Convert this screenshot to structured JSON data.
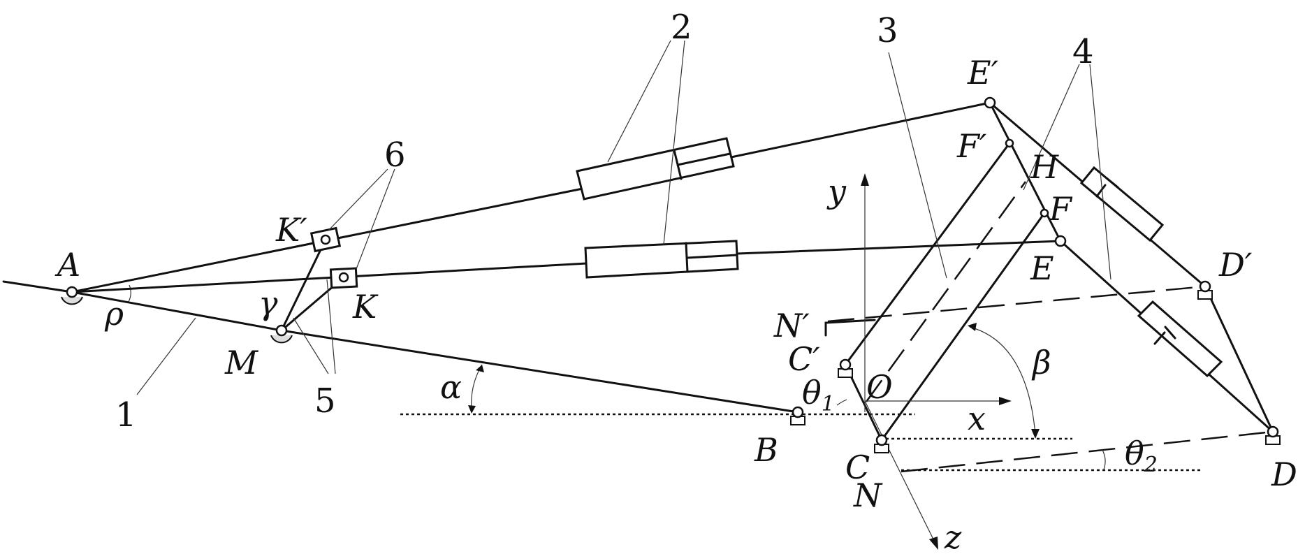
{
  "labels": {
    "A": "A",
    "B": "B",
    "C": "C",
    "C_prime": "C′",
    "D": "D",
    "D_prime": "D′",
    "E": "E",
    "E_prime": "E′",
    "F": "F",
    "F_prime": "F′",
    "H": "H",
    "K": "K",
    "K_prime": "K′",
    "M": "M",
    "N": "N",
    "N_prime": "N′",
    "O": "O",
    "x": "x",
    "y": "y",
    "z": "z",
    "alpha": "α",
    "beta": "β",
    "gamma": "γ",
    "rho": "ρ",
    "theta1": "θ",
    "theta1_sub": "1",
    "theta2": "θ",
    "theta2_sub": "2"
  },
  "part_numbers": {
    "p1": "1",
    "p2": "2",
    "p3": "3",
    "p4": "4",
    "p5": "5",
    "p6": "6"
  }
}
